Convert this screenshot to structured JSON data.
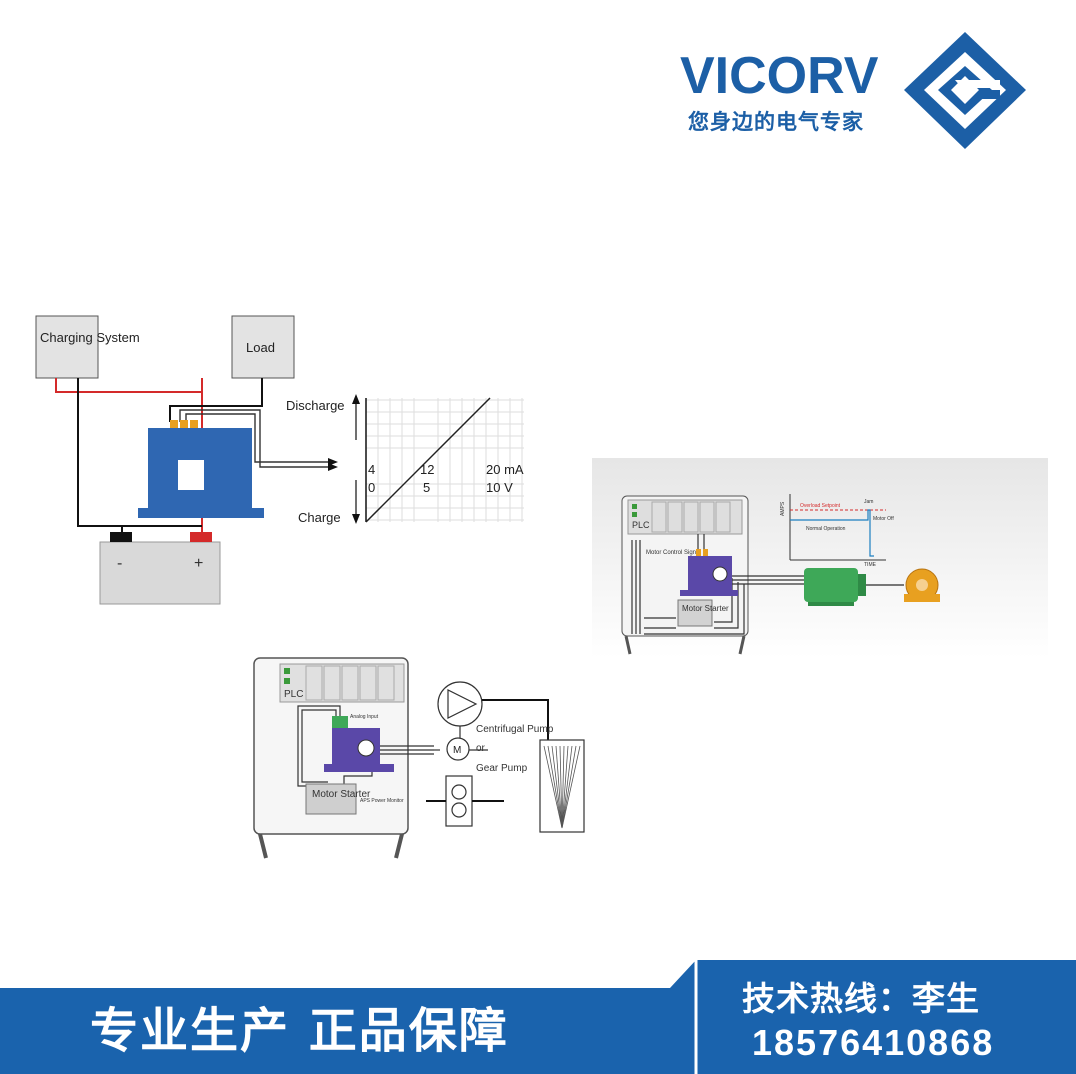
{
  "brand": {
    "name": "VICORV",
    "slogan": "您身边的电气专家",
    "colors": {
      "primary": "#1c5fa6",
      "banner": "#1a63ad"
    }
  },
  "diagram_battery": {
    "charging_system": "Charging System",
    "load": "Load",
    "discharge": "Discharge",
    "charge": "Charge",
    "tick_row1": [
      "4",
      "12",
      "20 mA"
    ],
    "tick_row2": [
      "0",
      "5",
      "10 V"
    ],
    "terminal_neg": "-",
    "terminal_pos": "+"
  },
  "diagram_motor": {
    "plc": "PLC",
    "motor_control_signal": "Motor Control Signal",
    "motor_starter": "Motor Starter",
    "chart": {
      "y_label": "AMPS",
      "overload_setpoint": "Overload Setpoint",
      "jam": "Jam",
      "normal_operation": "Normal Operation",
      "motor_off": "Motor Off",
      "x_label": "TIME"
    }
  },
  "diagram_pump": {
    "plc": "PLC",
    "analog_input": "Analog Input",
    "motor_starter": "Motor Starter",
    "aps_power_monitor": "APS Power Monitor",
    "motor": "M",
    "centrifugal_pump": "Centrifugal Pump",
    "or": "or",
    "gear_pump": "Gear Pump"
  },
  "footer": {
    "slogan": "专业生产  正品保障",
    "hotline_label": "技术热线：李生",
    "hotline_number": "18576410868"
  }
}
